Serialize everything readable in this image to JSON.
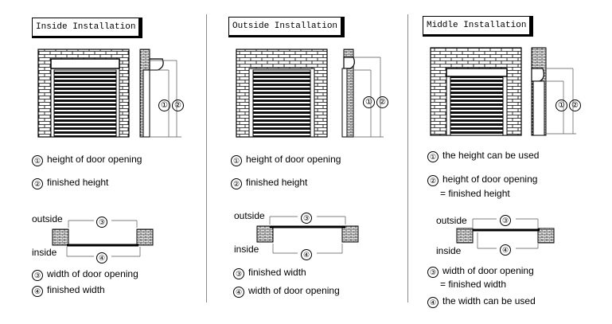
{
  "panels": [
    {
      "title": "Inside Installation",
      "num_label": [
        "①",
        "②"
      ],
      "legend": [
        {
          "num": "①",
          "text": "height of door opening"
        },
        {
          "num": "②",
          "text": "finished height"
        }
      ],
      "plan": {
        "outside": "outside",
        "inside": "inside",
        "top_num": "③",
        "bottom_num": "④"
      },
      "legend2": [
        {
          "num": "③",
          "text": "width of door opening"
        },
        {
          "num": "④",
          "text": "finished width"
        }
      ]
    },
    {
      "title": "Outside Installation",
      "num_label": [
        "①",
        "②"
      ],
      "legend": [
        {
          "num": "①",
          "text": "height of door opening"
        },
        {
          "num": "②",
          "text": "finished height"
        }
      ],
      "plan": {
        "outside": "outside",
        "inside": "inside",
        "top_num": "③",
        "bottom_num": "④"
      },
      "legend2": [
        {
          "num": "③",
          "text": "finished width"
        },
        {
          "num": "④",
          "text": "width of door opening"
        }
      ]
    },
    {
      "title": "Middle Installation",
      "num_label": [
        "①",
        "②"
      ],
      "legend": [
        {
          "num": "①",
          "text": "the height can be used"
        },
        {
          "num": "②",
          "text": "height of door opening",
          "sub": "= finished height"
        }
      ],
      "plan": {
        "outside": "outside",
        "inside": "inside",
        "top_num": "③",
        "bottom_num": "④"
      },
      "legend2": [
        {
          "num": "③",
          "text": "width of door opening",
          "sub": "= finished width"
        },
        {
          "num": "④",
          "text": "the width can be used"
        }
      ]
    }
  ]
}
